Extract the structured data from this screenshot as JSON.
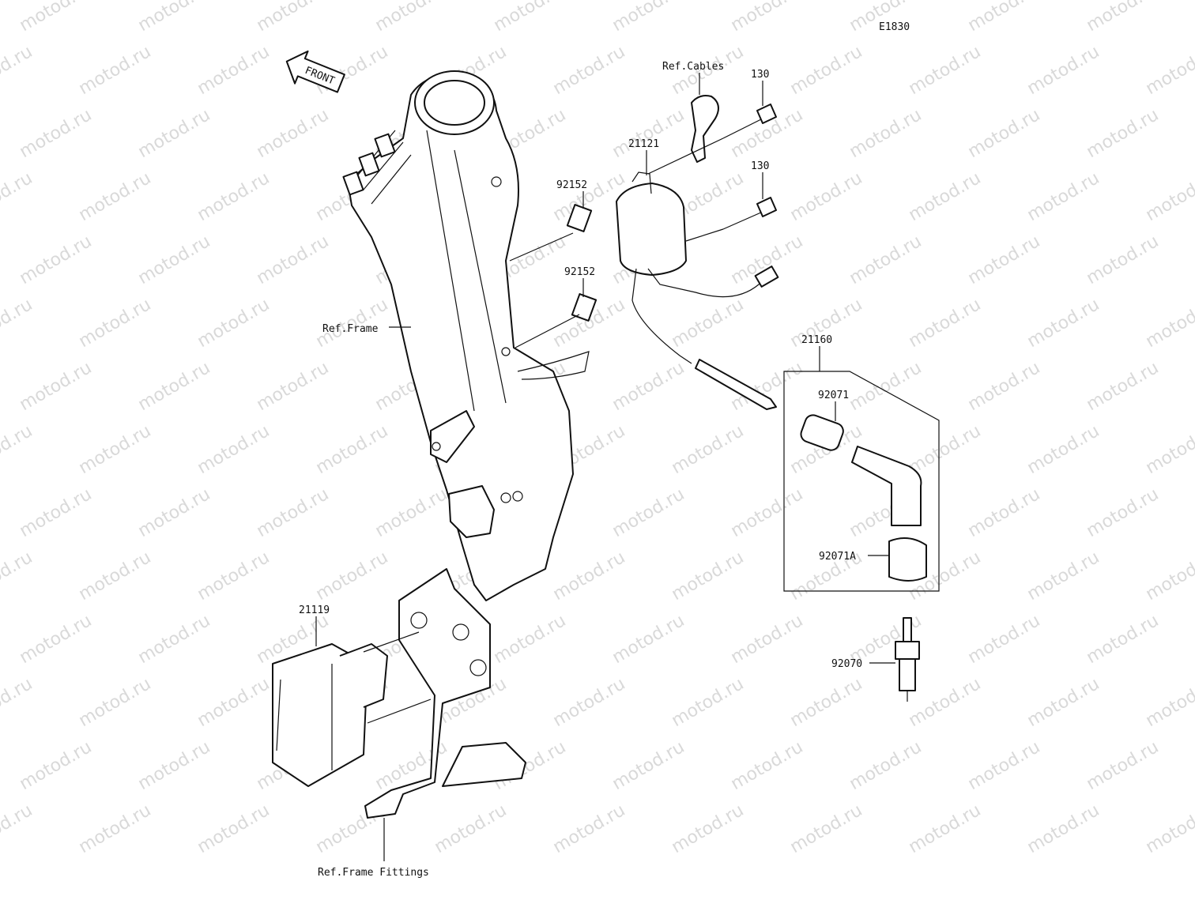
{
  "diagram_code": "E1830",
  "front_arrow": "FRONT",
  "watermark": "motod.ru",
  "labels": {
    "ref_cables": "Ref.Cables",
    "bolt_top": "130",
    "bolt_mid": "130",
    "coil": "21121",
    "collar_top": "92152",
    "collar_bottom": "92152",
    "ref_frame": "Ref.Frame",
    "cap_assy": "21160",
    "cap": "92071",
    "seal": "92071A",
    "plug": "92070",
    "igniter": "21119",
    "ref_frame_fittings": "Ref.Frame Fittings"
  }
}
